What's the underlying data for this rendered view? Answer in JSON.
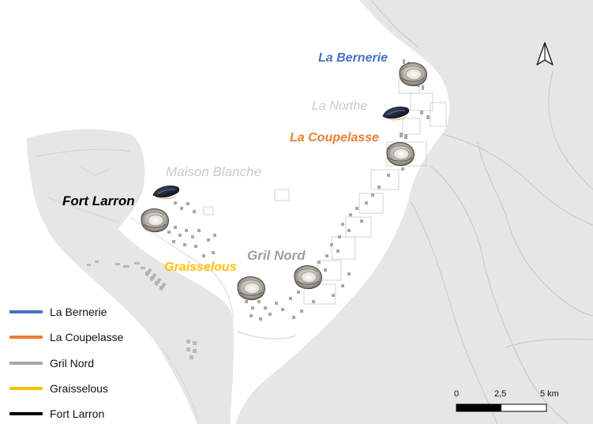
{
  "map": {
    "labels": {
      "la_bernerie": "La Bernerie",
      "la_northe": "La Northe",
      "la_coupelasse": "La Coupelasse",
      "maison_blanche": "Maison Blanche",
      "fort_larron": "Fort Larron",
      "gril_nord": "Gril Nord",
      "graisselous": "Graisselous"
    },
    "label_colors": {
      "la_bernerie": "#4472c4",
      "la_northe": "#c9c9c9",
      "la_coupelasse": "#ed7d31",
      "maison_blanche": "#c9c9c9",
      "fort_larron": "#000000",
      "gril_nord": "#9e9e9e",
      "graisselous": "#ffc000"
    },
    "icons": {
      "oyster": "oyster-icon",
      "mussel": "mussel-icon",
      "north": "north-arrow-icon"
    }
  },
  "legend": {
    "items": [
      {
        "label": "La Bernerie",
        "color": "#4472c4"
      },
      {
        "label": "La Coupelasse",
        "color": "#ed7d31"
      },
      {
        "label": "Gril Nord",
        "color": "#a6a6a6"
      },
      {
        "label": "Graisselous",
        "color": "#ffc000"
      },
      {
        "label": "Fort Larron",
        "color": "#000000"
      }
    ]
  },
  "scale": {
    "ticks": [
      "0",
      "2,5",
      "5 km"
    ]
  }
}
